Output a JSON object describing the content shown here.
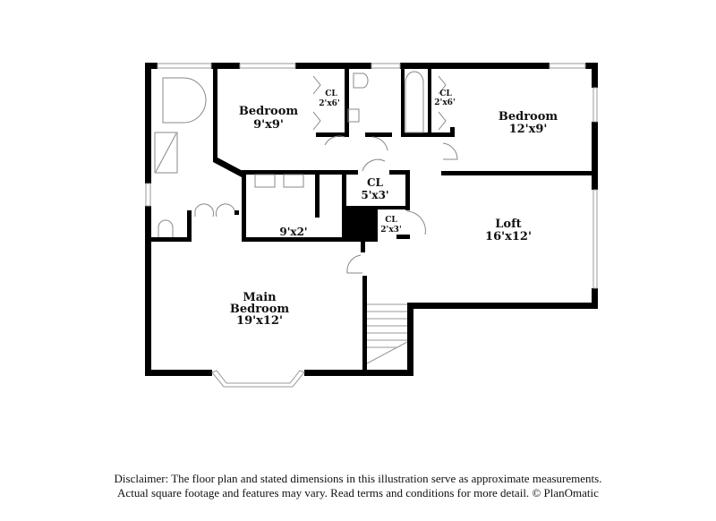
{
  "rooms": [
    {
      "id": "bedroom-1",
      "name": "Bedroom",
      "dims": "9'x9'"
    },
    {
      "id": "bedroom-2",
      "name": "Bedroom",
      "dims": "12'x9'"
    },
    {
      "id": "closet-1",
      "name": "CL",
      "dims": "2'x6'"
    },
    {
      "id": "closet-2",
      "name": "CL",
      "dims": "2'x6'"
    },
    {
      "id": "closet-3",
      "name": "CL",
      "dims": "5'x3'"
    },
    {
      "id": "closet-4",
      "name": "CL",
      "dims": "2'x3'"
    },
    {
      "id": "walk-in",
      "name": "",
      "dims": "9'x2'"
    },
    {
      "id": "loft",
      "name": "Loft",
      "dims": "16'x12'"
    },
    {
      "id": "main-bedroom",
      "name_line1": "Main",
      "name_line2": "Bedroom",
      "dims": "19'x12'"
    }
  ],
  "disclaimer": {
    "line1": "Disclaimer: The floor plan and stated dimensions in this illustration serve as approximate measurements.",
    "line2": "Actual square footage and features may vary. Read terms and conditions for more detail. © PlanOmatic"
  },
  "colors": {
    "wall": "#000000",
    "fixture": "#888888",
    "background": "#ffffff"
  }
}
